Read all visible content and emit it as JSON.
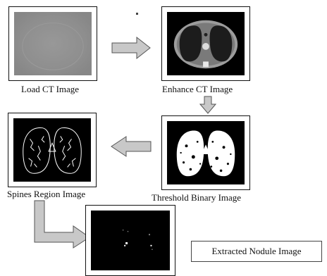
{
  "steps": {
    "load": "Load CT Image",
    "enhance": "Enhance CT Image",
    "threshold": "Threshold Binary Image",
    "spines": "Spines Region Image",
    "extracted": "Extracted Nodule Image"
  },
  "colors": {
    "arrow_fill": "#c8c8c8",
    "arrow_stroke": "#555555",
    "frame_border": "#111111",
    "image_background": "#000000",
    "loaded_image_gray": "#8f8f8f"
  }
}
